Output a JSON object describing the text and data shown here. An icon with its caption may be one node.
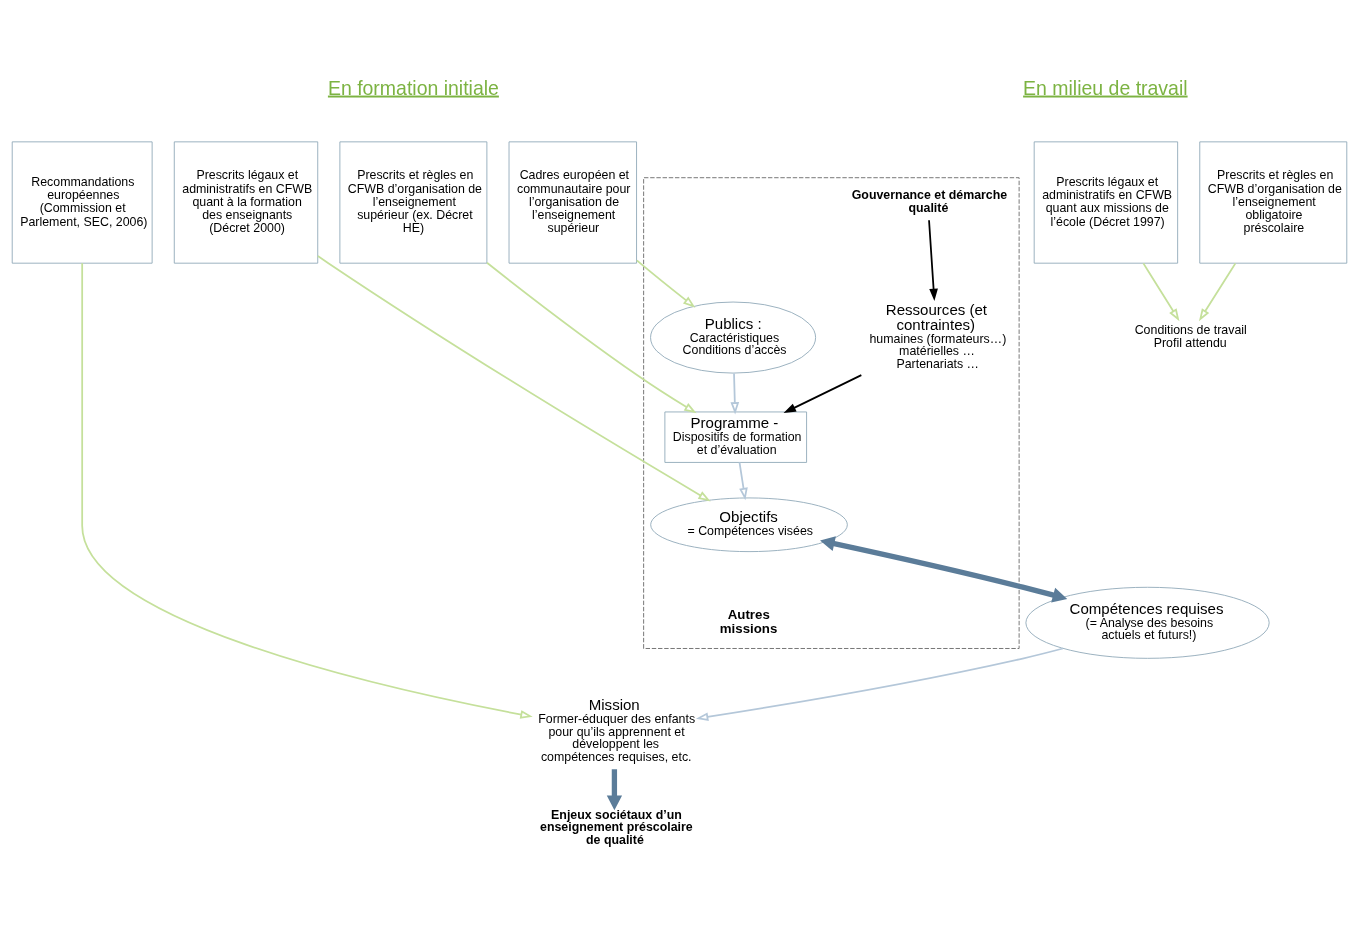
{
  "diagram": {
    "nodes": [
      {
        "text": [
          "Cadres européen et communautaire pour l’organisation de l’enseignement supérieur"
        ]
      },
      {
        "text": [
          "Prescrits et règles en CFWB d’organisation de l’enseignement supérieur (ex. Décret HE)"
        ]
      },
      {
        "text": [
          "Prescrits légaux et administratifs en CFWB quant à la formation des enseignants (Décret 2000)"
        ]
      },
      {
        "text": [
          "Prescrits et règles en CFWB d’organisation de l’enseignement obligatoire préscolaire"
        ]
      },
      {
        "text": [
          "Prescrits légaux et administratifs en CFWB quant aux missions de l’école (Décret 1997)"
        ]
      },
      {
        "text": [
          "Recommandations européennes (Commission et Parlement, SEC, 2006)"
        ]
      },
      {
        "text": [],
        "shape": "box"
      },
      {
        "text": [
          "Publics :",
          "Caractéristiques",
          "Conditions d’accès"
        ],
        "in": 6
      },
      {
        "text": [
          "Programme -",
          "Dispositifs de formation et d’évaluation"
        ],
        "in": 6
      },
      {
        "text": [
          "Objectifs",
          "= Compétences visées"
        ],
        "in": 6
      },
      {
        "text": [
          "Ressources (et contraintes)",
          "humaines (formateurs…)",
          "matérielles …",
          "Partenariats …"
        ],
        "in": 6
      },
      {
        "text": [
          "Gouvernance et démarche qualité"
        ],
        "in": 6
      },
      {
        "text": [
          "Conditions de travail",
          "Profil attendu"
        ]
      },
      {
        "text": [
          "Compétences requises",
          "(= Analyse des besoins actuels et futurs!)"
        ]
      },
      {
        "text": [
          "Mission",
          "Former-éduquer des enfants pour qu’ils apprennent et développent les compétences requises, etc."
        ]
      },
      {
        "text": [
          "Enjeux sociétaux d’un enseignement préscolaire de qualité"
        ]
      }
    ],
    "edges": [
      {
        "from": 0,
        "to": 7,
        "arrow": "to"
      },
      {
        "from": 1,
        "to": 8,
        "arrow": "to"
      },
      {
        "from": 2,
        "to": 9,
        "arrow": "to"
      },
      {
        "from": 3,
        "to": 12,
        "arrow": "to"
      },
      {
        "from": 4,
        "to": 12,
        "arrow": "to"
      },
      {
        "from": 5,
        "to": 14,
        "arrow": "to"
      },
      {
        "from": 7,
        "to": 8,
        "arrow": "to",
        "color": "#b4c7d9"
      },
      {
        "from": 8,
        "to": 9,
        "arrow": "to",
        "color": "#b4c7d9"
      },
      {
        "from": 10,
        "to": 8,
        "arrow": "to",
        "color": "#000000"
      },
      {
        "from": 11,
        "to": 10,
        "arrow": "to",
        "color": "#000000"
      },
      {
        "from": 9,
        "to": 13,
        "arrow": "both",
        "style": "thick",
        "color": "#5b7c99"
      },
      {
        "from": 13,
        "to": 14,
        "arrow": "to",
        "color": "#b4c7d9"
      },
      {
        "from": 14,
        "to": 15,
        "arrow": "to",
        "style": "thick",
        "color": "#5b7c99"
      }
    ],
    "labels": [
      "En formation initiale",
      "En milieu de travail",
      "Autres missions"
    ]
  }
}
